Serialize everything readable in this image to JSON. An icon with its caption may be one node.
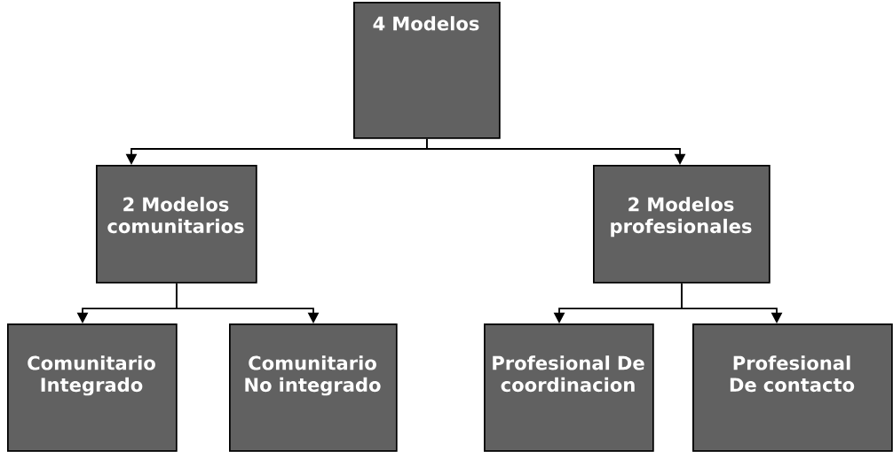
{
  "diagram": {
    "nodes": [
      {
        "text": [
          "4 Modelos"
        ]
      },
      {
        "text": [
          "2 Modelos comunitarios"
        ]
      },
      {
        "text": [
          "2 Modelos profesionales"
        ]
      },
      {
        "text": [
          "Comunitario Integrado"
        ]
      },
      {
        "text": [
          "Comunitario No integrado"
        ]
      },
      {
        "text": [
          "Profesional De coordinacion"
        ]
      },
      {
        "text": [
          "Profesional De contacto"
        ]
      }
    ],
    "edges": [
      {
        "from": 0,
        "to": 1,
        "arrow": "to"
      },
      {
        "from": 0,
        "to": 2,
        "arrow": "to"
      },
      {
        "from": 1,
        "to": 3,
        "arrow": "to"
      },
      {
        "from": 1,
        "to": 4,
        "arrow": "to"
      },
      {
        "from": 2,
        "to": 5,
        "arrow": "to"
      },
      {
        "from": 2,
        "to": 6,
        "arrow": "to"
      }
    ]
  }
}
